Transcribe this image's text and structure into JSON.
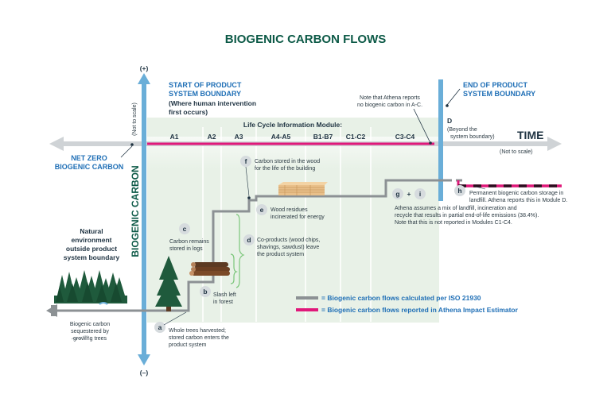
{
  "title": "BIOGENIC CARBON FLOWS",
  "axis": {
    "plus": "(+)",
    "minus": "(–)",
    "not_to_scale_vertical": "(Not to scale)",
    "vertical_label": "BIOGENIC CARBON",
    "time_label": "TIME",
    "time_not_to_scale": "(Not to scale)",
    "net_zero": [
      "NET ZERO",
      "BIOGENIC CARBON"
    ]
  },
  "boundaries": {
    "start": [
      "START OF PRODUCT",
      "SYSTEM BOUNDARY"
    ],
    "start_note": [
      "(Where human intervention",
      "first occurs)"
    ],
    "end": [
      "END OF PRODUCT",
      "SYSTEM BOUNDARY"
    ],
    "athena_note": [
      "Note that Athena reports",
      "no biogenic carbon in A-C."
    ]
  },
  "modules": {
    "header": "Life Cycle Information Module:",
    "labels": [
      "A1",
      "A2",
      "A3",
      "A4-A5",
      "B1-B7",
      "C1-C2",
      "C3-C4"
    ],
    "d_label": "D",
    "d_note": [
      "(Beyond the",
      "system boundary)"
    ]
  },
  "natural_environment": [
    "Natural",
    "environment",
    "outside product",
    "system boundary"
  ],
  "sequestered": [
    "Biogenic carbon",
    "sequestered by",
    "growing trees"
  ],
  "steps": {
    "a": {
      "letter": "a",
      "text": [
        "Whole trees harvested;",
        "stored carbon enters the",
        "product system"
      ]
    },
    "b": {
      "letter": "b",
      "text": [
        "Slash left",
        "in forest"
      ]
    },
    "c": {
      "letter": "c",
      "text": [
        "Carbon remains",
        "stored in logs"
      ]
    },
    "d": {
      "letter": "d",
      "text": [
        "Co-products (wood chips,",
        "shavings, sawdust) leave",
        "the product system"
      ]
    },
    "e": {
      "letter": "e",
      "text": [
        "Wood residues",
        "incinerated for energy"
      ]
    },
    "f": {
      "letter": "f",
      "text": [
        "Carbon stored in the wood",
        "for the life of the building"
      ]
    },
    "g": {
      "letter": "g"
    },
    "plus_sign": "+",
    "i": {
      "letter": "i"
    },
    "h": {
      "letter": "h",
      "text": [
        "Permanent biogenic carbon storage in",
        "landfill. Athena reports this in Module D."
      ]
    },
    "athena_mix": [
      "Athena assumes a mix of landfill, incineration and",
      "recycle that results in partial end-of-life emissions (38.4%).",
      "Note that this is not reported in Modules C1-C4."
    ]
  },
  "legend": [
    {
      "text": "= Biogenic carbon flows calculated per ISO 21930",
      "color": "#8c9194"
    },
    {
      "text": "= Biogenic carbon flows reported in Athena Impact Estimator",
      "color": "#e0187a"
    }
  ],
  "colors": {
    "green_dark": "#0d5a47",
    "blue": "#1f6fb6",
    "axis_blue": "#6aaed8",
    "magenta": "#e0187a",
    "gray_line": "#8c9194",
    "panel": "#e8f1e7"
  }
}
